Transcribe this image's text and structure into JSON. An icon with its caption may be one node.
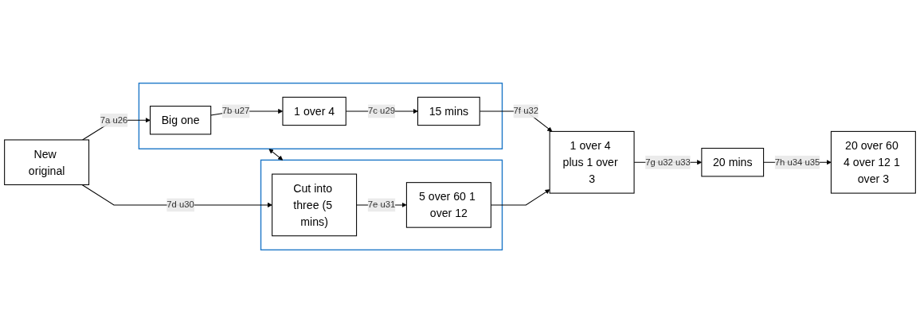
{
  "diagram": {
    "nodes": [
      {
        "text": [
          "New original"
        ]
      },
      {
        "text": [],
        "shape": "box"
      },
      {
        "text": [
          "Big one"
        ],
        "in": 1
      },
      {
        "text": [
          "1 over 4"
        ],
        "in": 1
      },
      {
        "text": [
          "15 mins"
        ],
        "in": 1
      },
      {
        "text": [],
        "shape": "box"
      },
      {
        "text": [
          "Cut into three (5 mins)"
        ],
        "in": 5
      },
      {
        "text": [
          "5 over 60 1 over 12"
        ],
        "in": 5
      },
      {
        "text": [
          "1 over 4 plus 1 over 3"
        ]
      },
      {
        "text": [
          "20 mins"
        ]
      },
      {
        "text": [
          "20 over 60 4 over 12 1 over 3"
        ]
      }
    ],
    "edges": [
      {
        "from": 0,
        "to": 2,
        "arrow": "to",
        "label": "7a u26"
      },
      {
        "from": 2,
        "to": 3,
        "arrow": "to",
        "label": "7b u27"
      },
      {
        "from": 3,
        "to": 4,
        "arrow": "to",
        "label": "7c u29"
      },
      {
        "from": 0,
        "to": 6,
        "arrow": "to",
        "label": "7d u30"
      },
      {
        "from": 6,
        "to": 7,
        "arrow": "to",
        "label": "7e u31"
      },
      {
        "from": 1,
        "to": 5,
        "arrow": "both"
      },
      {
        "from": 4,
        "to": 8,
        "arrow": "to",
        "label": "7f u32"
      },
      {
        "from": 7,
        "to": 8,
        "arrow": "to"
      },
      {
        "from": 8,
        "to": 9,
        "arrow": "to",
        "label": "7g u32 u33"
      },
      {
        "from": 9,
        "to": 10,
        "arrow": "to",
        "label": "7h u34 u35"
      }
    ]
  }
}
